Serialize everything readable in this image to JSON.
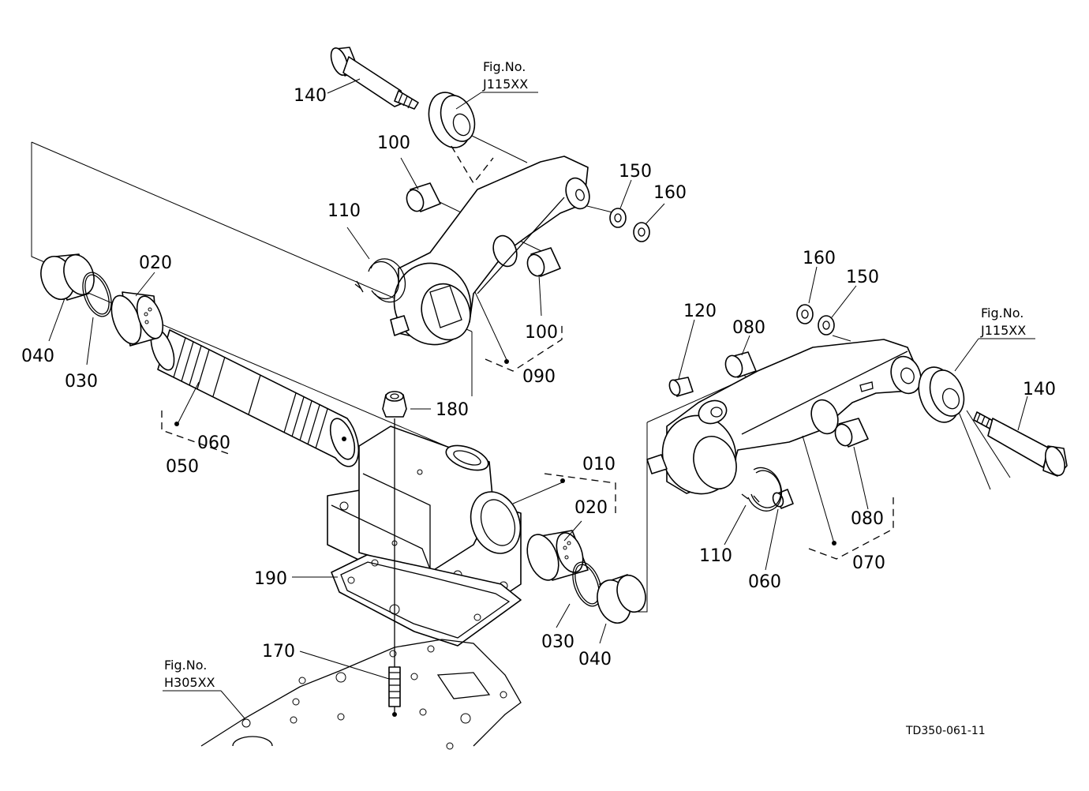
{
  "callouts": {
    "p010": "010",
    "p020a": "020",
    "p020b": "020",
    "p030a": "030",
    "p030b": "030",
    "p040a": "040",
    "p040b": "040",
    "p050": "050",
    "p060a": "060",
    "p060b": "060",
    "p070": "070",
    "p080a": "080",
    "p080b": "080",
    "p090": "090",
    "p100a": "100",
    "p100b": "100",
    "p110a": "110",
    "p110b": "110",
    "p120": "120",
    "p140a": "140",
    "p140b": "140",
    "p150a": "150",
    "p150b": "150",
    "p160a": "160",
    "p160b": "160",
    "p170": "170",
    "p180": "180",
    "p190": "190"
  },
  "figure_refs": {
    "top": {
      "line1": "Fig.No.",
      "line2": "J115XX"
    },
    "right": {
      "line1": "Fig.No.",
      "line2": "J115XX"
    },
    "bottom": {
      "line1": "Fig.No.",
      "line2": "H305XX"
    }
  },
  "drawing_code": "TD350-061-11"
}
